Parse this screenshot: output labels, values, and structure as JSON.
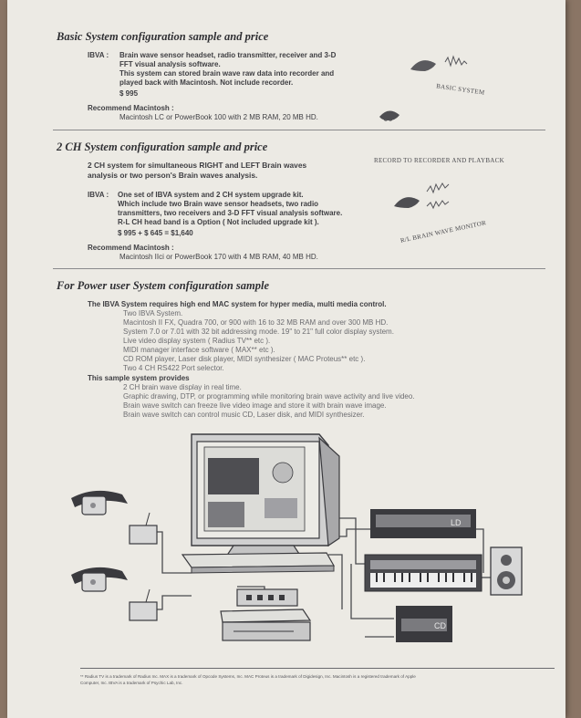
{
  "section1": {
    "title": "Basic System configuration sample and price",
    "ibva_label": "IBVA :",
    "ibva_lines": [
      "Brain wave sensor headset, radio transmitter, receiver and 3-D",
      "FFT visual analysis software.",
      "This system can stored brain wave raw data into recorder and",
      "played back with Macintosh. Not include recorder."
    ],
    "price": "$ 995",
    "rec_label": "Recommend Macintosh :",
    "rec_text": "Macintosh LC  or PowerBook 100 with 2 MB RAM, 20 MB HD.",
    "figure_label": "BASIC SYSTEM"
  },
  "section2": {
    "title": "2 CH System configuration sample and price",
    "intro_lines": [
      "2 CH system for simultaneous RIGHT and LEFT Brain waves",
      "analysis or two person's Brain waves analysis."
    ],
    "ibva_label": "IBVA :",
    "ibva_lines": [
      "One set of IBVA system and 2 CH system upgrade kit.",
      "Which include two Brain wave sensor headsets, two radio",
      "transmitters,  two receivers and 3-D FFT visual analysis software.",
      "R-L CH head band is a Option ( Not included upgrade kit )."
    ],
    "price": "$ 995 + $ 645 = $1,640",
    "rec_label": "Recommend Macintosh :",
    "rec_text": "Macintosh IIci or PowerBook 170 with 4 MB RAM, 40 MB HD.",
    "figure_label_top": "RECORD TO RECORDER AND PLAYBACK",
    "figure_label_bottom": "R/L BRAIN WAVE MONITOR"
  },
  "section3": {
    "title": "For Power user System configuration sample",
    "req_line": "The IBVA System requires high end MAC system for hyper media, multi media control.",
    "req_items": [
      "Two IBVA System.",
      "Macintosh II FX, Quadra 700, or 900  with 16 to 32 MB RAM and over 300 MB HD.",
      "System 7.0 or 7.01  with 32 bit addressing mode. 19\"  to 21\" full color display system.",
      "Live video display system ( Radius TV**  etc ).",
      "MIDI manager interface software ( MAX**   etc ).",
      "CD ROM player, Laser disk player, MIDI synthesizer ( MAC Proteus**   etc ).",
      "Two 4 CH RS422 Port selector."
    ],
    "provides_label": "This sample system provides",
    "provides_items": [
      "2 CH brain wave display in real time.",
      "Graphic drawing, DTP, or programming while monitoring brain wave activity and live video.",
      "Brain wave switch can freeze live video image and store it with brain wave image.",
      "Brain wave switch can control music CD, Laser disk, and MIDI synthesizer."
    ]
  },
  "diagram": {
    "ld_label": "LD",
    "cd_label": "CD"
  },
  "footnote": {
    "line1": "** Radius TV is a trademark of Radius Inc.  MAX is a trademark of Opcode Systems, Inc. MAC Proteus is a trademark of Digidesign, Inc. Macintosh is a registered trademark of Apple",
    "line2": "Computer, Inc. IBVA is a trademark of Psychic Lab, Inc."
  },
  "colors": {
    "paper": "#eceae4",
    "ink": "#3e3e42",
    "diagram_line": "#4a4a4e"
  }
}
